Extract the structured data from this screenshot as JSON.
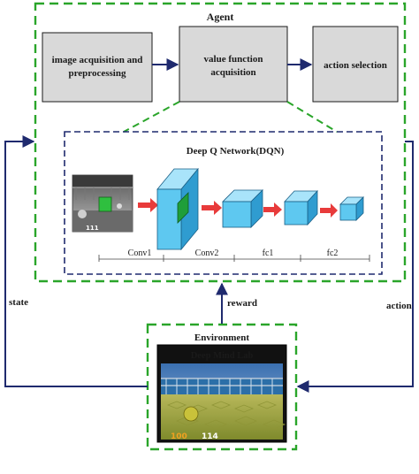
{
  "agent": {
    "title": "Agent",
    "boxes": [
      {
        "line1": "image acquisition and",
        "line2": "preprocessing"
      },
      {
        "line1": "value function",
        "line2": "acquisition"
      },
      {
        "line1": "action selection",
        "line2": ""
      }
    ]
  },
  "dqn": {
    "title": "Deep Q Network(DQN)",
    "game_hud_value": "111",
    "layers": [
      "Conv1",
      "Conv2",
      "fc1",
      "fc2"
    ]
  },
  "environment": {
    "title": "Environment",
    "subtitle": "Deep Mind Lab",
    "hud_health": "100",
    "hud_score": "114"
  },
  "signals": {
    "state": "state",
    "reward": "reward",
    "action": "action"
  },
  "colors": {
    "green_dash": "#2aa52a",
    "navy": "#1f2a6e",
    "box_fill": "#d9d9d9",
    "cube_front": "#5ec8f0",
    "cube_top": "#a9e4fa",
    "cube_side": "#2f9cd0",
    "red_arrow": "#e83b3b"
  }
}
